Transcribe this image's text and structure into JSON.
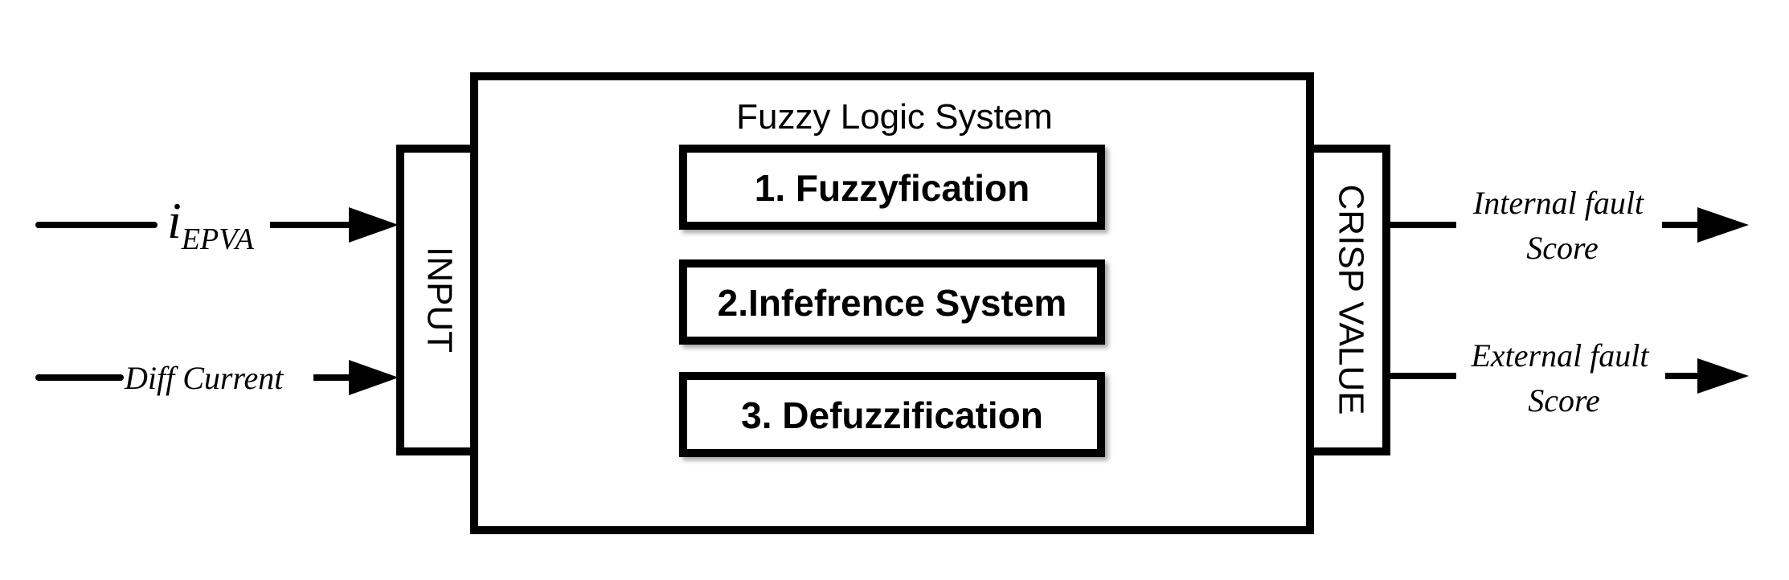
{
  "main_box": {
    "title": "Fuzzy Logic System"
  },
  "steps": [
    {
      "label": "1. Fuzzyfication"
    },
    {
      "label": "2.Infefrence System"
    },
    {
      "label": "3. Defuzzification"
    }
  ],
  "input_block": {
    "label": "INPUT"
  },
  "output_block": {
    "label": "CRISP VALUE"
  },
  "inputs": [
    {
      "symbol": "i",
      "subscript": "EPVA"
    },
    {
      "label": "Diff Current"
    }
  ],
  "outputs": [
    {
      "line1": "Internal fault",
      "line2": "Score"
    },
    {
      "line1": "External fault",
      "line2": "Score"
    }
  ]
}
